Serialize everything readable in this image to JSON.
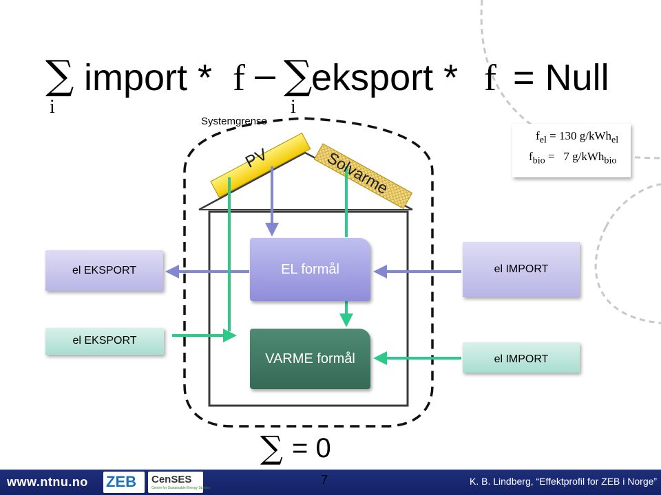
{
  "formula": {
    "sum1": "∑",
    "sum1_index": "i",
    "term1": "import *",
    "factor1": "f",
    "minus": "–",
    "sum2": "∑",
    "sum2_index": "i",
    "term2": "eksport *",
    "factor2": "f",
    "equals": "= Null"
  },
  "system_boundary_label": "Systemgrense",
  "factors": {
    "el": {
      "f": "f",
      "sub": "el",
      "eq": "= 130 g/kWh",
      "unit_sub": "el"
    },
    "bio": {
      "f": "f",
      "sub": "bio",
      "eq": "=   7 g/kWh",
      "unit_sub": "bio"
    }
  },
  "roof": {
    "pv": "PV",
    "solvarme": "Solvarme"
  },
  "boxes": {
    "el_eksport": "el EKSPORT",
    "el_formal": "EL formål",
    "el_import_top": "el IMPORT",
    "el_eksport_green": "el EKSPORT",
    "varme_formal": "VARME formål",
    "el_import_green": "el IMPORT"
  },
  "sum_zero": {
    "sigma": "∑",
    "text": "= 0"
  },
  "footer": {
    "site": "www.ntnu.no",
    "logo1": "ZEB",
    "logo2": "CenSES",
    "logo2_tagline": "Centre for Sustainable Energy Studies",
    "page": "7",
    "credit": "K. B. Lindberg, “Effektprofil for ZEB i Norge”"
  },
  "colors": {
    "purple_arrow": "#8386d0",
    "green_arrow": "#2ec98a",
    "pv_yellow": "#f5d000",
    "footer_blue": "#1a2870"
  }
}
